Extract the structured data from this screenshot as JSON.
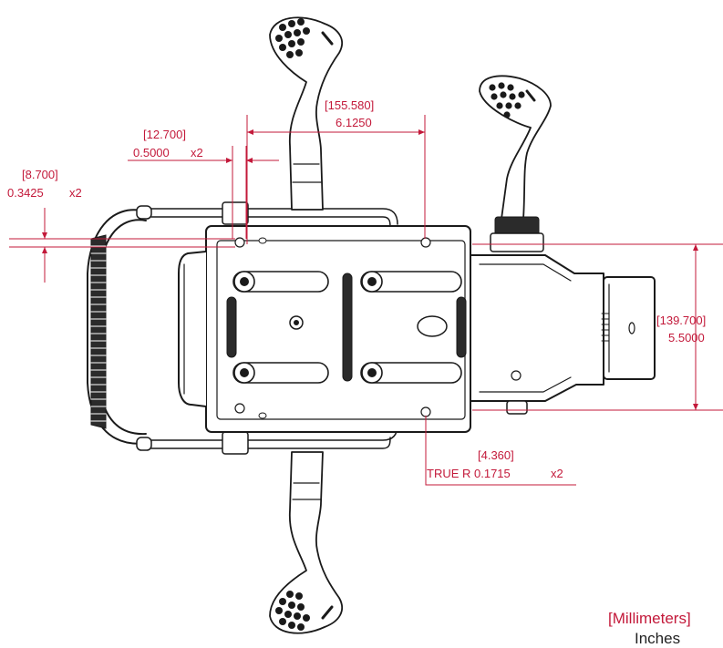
{
  "dimensions": {
    "grip_rail_spacing": {
      "metric": "[155.580]",
      "imperial": "6.1250"
    },
    "slot_offset": {
      "metric": "[12.700]",
      "imperial": "0.5000",
      "qty": "x2"
    },
    "rail_offset": {
      "metric": "[8.700]",
      "imperial": "0.3425",
      "qty": "x2"
    },
    "mount_height": {
      "metric": "[139.700]",
      "imperial": "5.5000"
    },
    "hole_radius": {
      "metric": "[4.360]",
      "imperial": "TRUE R 0.1715",
      "qty": "x2"
    }
  },
  "legend": {
    "metric_units": "[Millimeters]",
    "imperial_units": "Inches"
  },
  "colors": {
    "dimension": "#c3193a",
    "ink": "#1a1a1a"
  }
}
